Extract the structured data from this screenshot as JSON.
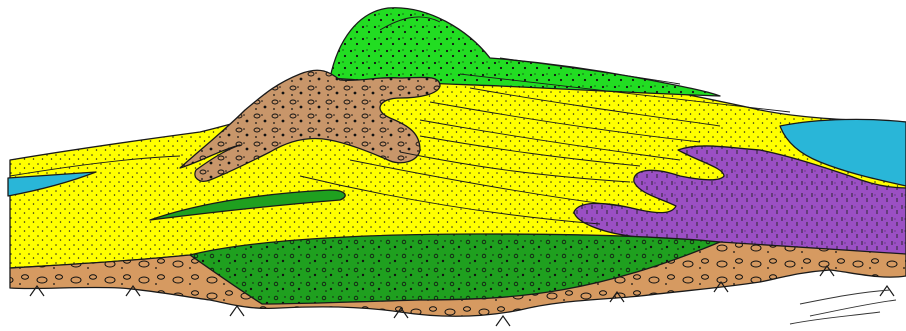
{
  "figure": {
    "kind": "geological cross-section",
    "units": [
      {
        "id": "pale-sand",
        "color": "#ffff00",
        "pattern": "fine-dots"
      },
      {
        "id": "gravel-green",
        "color": "#1fa01f",
        "pattern": "gravel"
      },
      {
        "id": "upper-green",
        "color": "#22dd22",
        "pattern": "dots"
      },
      {
        "id": "clay-mound",
        "color": "#c8966a",
        "pattern": "pebbles"
      },
      {
        "id": "basal-gravel",
        "color": "#d69a61",
        "pattern": "pebbles"
      },
      {
        "id": "purple-unit",
        "color": "#9b4fc4",
        "pattern": "vertical-dashes"
      },
      {
        "id": "water",
        "color": "#29b6d8",
        "pattern": "none"
      },
      {
        "id": "bedrock",
        "color": "#ffffff",
        "pattern": "v-ticks"
      }
    ]
  }
}
